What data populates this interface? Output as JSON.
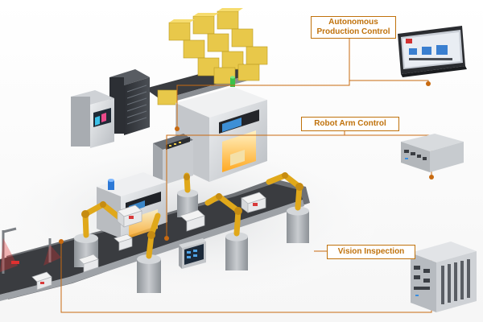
{
  "labels": {
    "autonomous_line1": "Autonomous",
    "autonomous_line2": "Production Control",
    "robot_arm": "Robot Arm Control",
    "vision": "Vision Inspection"
  },
  "colors": {
    "accent": "#c0720c",
    "connector_dot": "#c86a10",
    "belt": "#3a3c40",
    "belt_rail": "#6e7175",
    "robot_arm": "#e0a81a",
    "box": "#e8c84a",
    "machine_body": "#d8dadc",
    "pedestal": "#a4a8ad",
    "screen_glow": "#ffb43c",
    "laser": "#e03030",
    "status_light": "#39c24a"
  },
  "icons": {
    "panel_pc": "panel-pc-icon",
    "box_pc": "box-pc-icon",
    "industrial_pc": "industrial-pc-icon"
  }
}
